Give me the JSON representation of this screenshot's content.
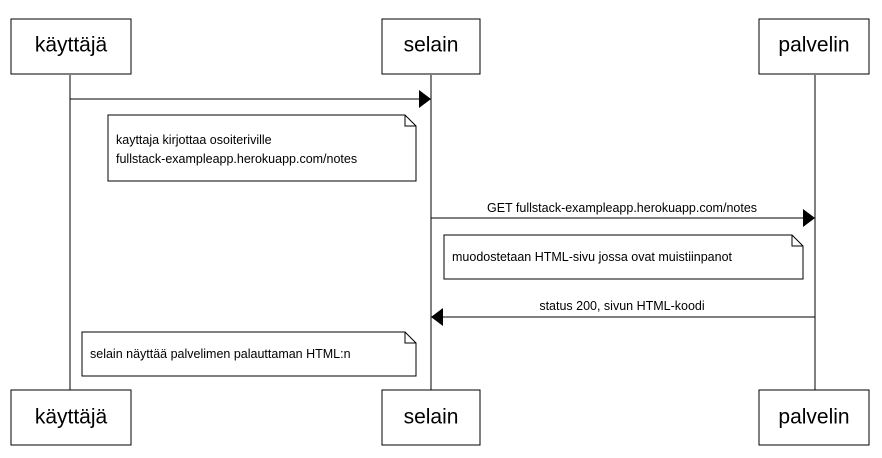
{
  "participants": [
    {
      "id": "kayttaja",
      "label": "käyttäjä"
    },
    {
      "id": "selain",
      "label": "selain"
    },
    {
      "id": "palvelin",
      "label": "palvelin"
    }
  ],
  "messages": [
    {
      "from": "kayttaja",
      "to": "selain",
      "label": ""
    },
    {
      "from": "selain",
      "to": "palvelin",
      "label": "GET fullstack-exampleapp.herokuapp.com/notes"
    },
    {
      "from": "palvelin",
      "to": "selain",
      "label": "status 200, sivun HTML-koodi"
    }
  ],
  "notes": [
    {
      "lines": [
        "kayttaja kirjottaa osoiteriville",
        "fullstack-exampleapp.herokuapp.com/notes"
      ]
    },
    {
      "lines": [
        "muodostetaan HTML-sivu jossa ovat muistiinpanot"
      ]
    },
    {
      "lines": [
        "selain näyttää palvelimen palauttaman HTML:n"
      ]
    }
  ],
  "colors": {
    "line": "#000000",
    "box_fill": "#ffffff",
    "text": "#000000"
  }
}
